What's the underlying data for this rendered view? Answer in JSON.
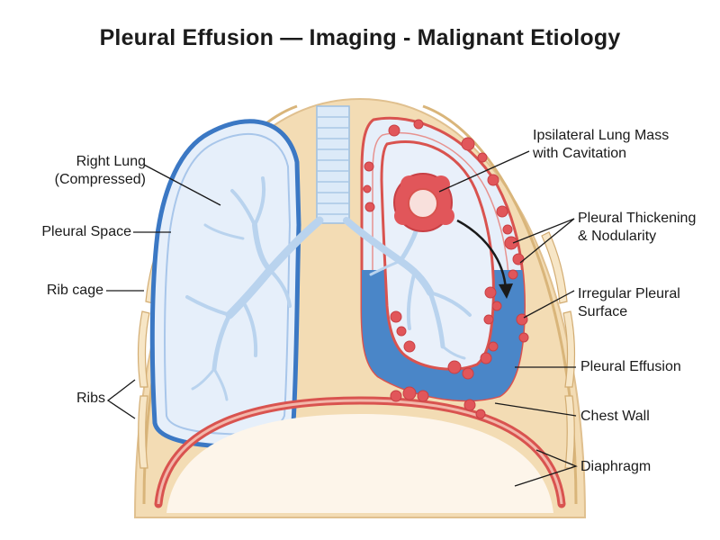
{
  "title": "Pleural Effusion — Imaging - Malignant Etiology",
  "labels": {
    "right_lung": [
      "Right Lung",
      "(Compressed)"
    ],
    "pleural_space": "Pleural Space",
    "rib_cage": "Rib cage",
    "ribs": "Ribs",
    "lung_mass": [
      "Ipsilateral Lung Mass",
      "with Cavitation"
    ],
    "pleural_thickening": [
      "Pleural Thickening",
      "& Nodularity"
    ],
    "irregular_surface": [
      "Irregular Pleural",
      "Surface"
    ],
    "pleural_effusion": "Pleural Effusion",
    "chest_wall": "Chest Wall",
    "diaphragm": "Diaphragm"
  },
  "colors": {
    "chest_wall": "#f3dcb4",
    "right_lung_border": "#3b78c4",
    "lung_fill": "#e6effa",
    "bronchi": "#b9d3ee",
    "effusion": "#4a86c8",
    "pleura_red": "#d9534f",
    "nodule": "#e1565a"
  }
}
